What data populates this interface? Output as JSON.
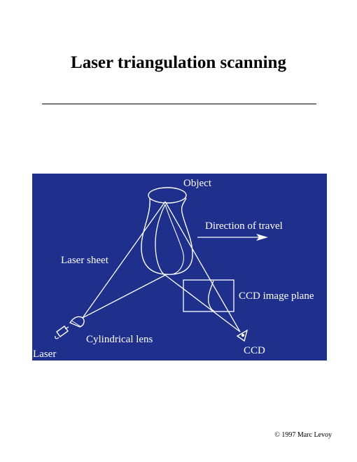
{
  "page": {
    "title": "Laser triangulation scanning",
    "copyright": "© 1997 Marc Levoy"
  },
  "diagram": {
    "background_color": "#1e2f8c",
    "line_color": "#ffffff",
    "labels": {
      "object": "Object",
      "direction": "Direction of travel",
      "laser_sheet": "Laser sheet",
      "ccd_image_plane": "CCD image plane",
      "cylindrical_lens": "Cylindrical lens",
      "laser": "Laser",
      "ccd": "CCD"
    },
    "icons": {
      "object": "vase-icon",
      "laser": "laser-icon",
      "lens": "cylindrical-lens-icon",
      "camera": "ccd-camera-icon",
      "arrow": "arrow-right-icon"
    }
  }
}
